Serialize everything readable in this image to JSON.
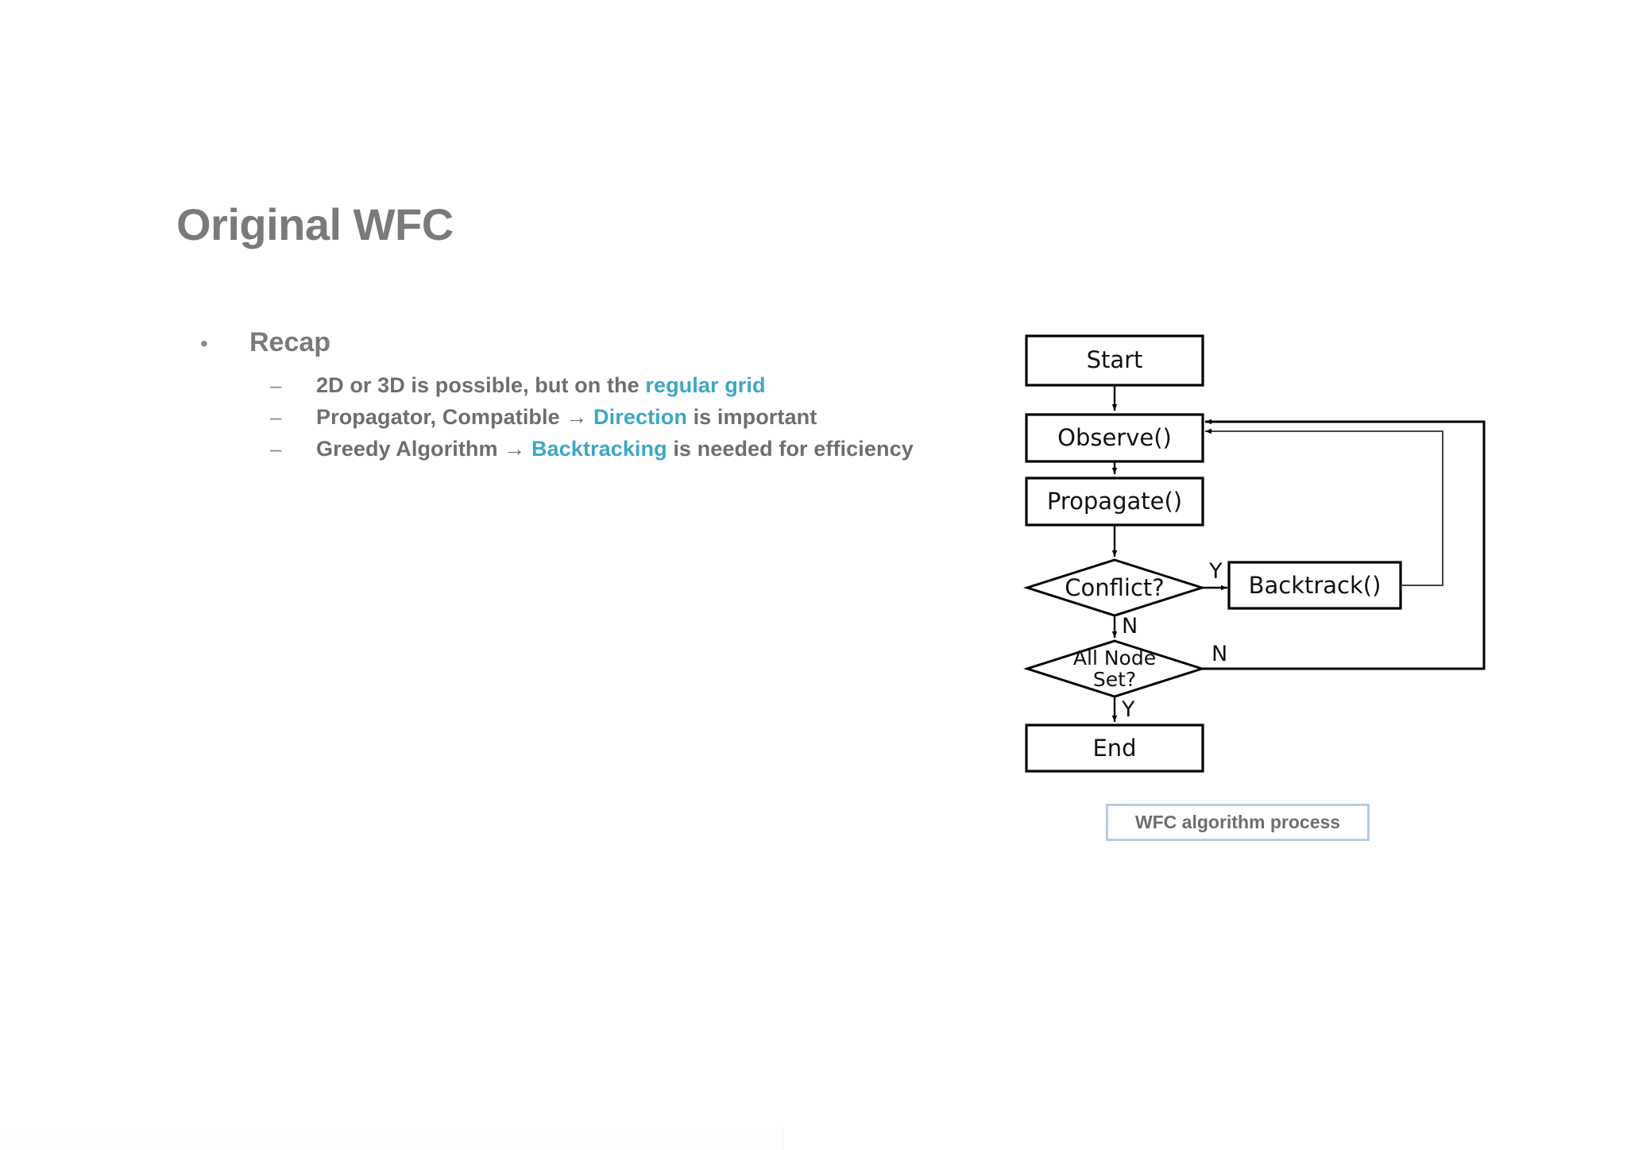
{
  "slide": {
    "title": "Original WFC",
    "background_color": "#ffffff",
    "title_color": "#7a7a7a",
    "accent_color": "#3ca7c6"
  },
  "bullets": {
    "level1": {
      "marker": "•",
      "text": "Recap"
    },
    "level2_marker": "–",
    "items": [
      {
        "segments": [
          {
            "text": "2D or 3D is possible, but on the ",
            "accent": false
          },
          {
            "text": "regular grid",
            "accent": true
          }
        ]
      },
      {
        "segments": [
          {
            "text": "Propagator, Compatible → ",
            "accent": false
          },
          {
            "text": "Direction",
            "accent": true
          },
          {
            "text": " is important",
            "accent": false
          }
        ]
      },
      {
        "segments": [
          {
            "text": "Greedy Algorithm → ",
            "accent": false
          },
          {
            "text": "Backtracking",
            "accent": true
          },
          {
            "text": " is needed for efficiency",
            "accent": false
          }
        ]
      }
    ]
  },
  "flowchart": {
    "nodes": {
      "start": "Start",
      "observe": "Observe()",
      "propagate": "Propagate()",
      "conflict": "Conflict?",
      "backtrack": "Backtrack()",
      "all_node_set_line1": "All Node",
      "all_node_set_line2": "Set?",
      "end": "End"
    },
    "edge_labels": {
      "conflict_yes": "Y",
      "conflict_no": "N",
      "all_node_no": "N",
      "all_node_yes": "Y"
    },
    "caption": "WFC algorithm process",
    "caption_border_color": "#b8cce4"
  }
}
